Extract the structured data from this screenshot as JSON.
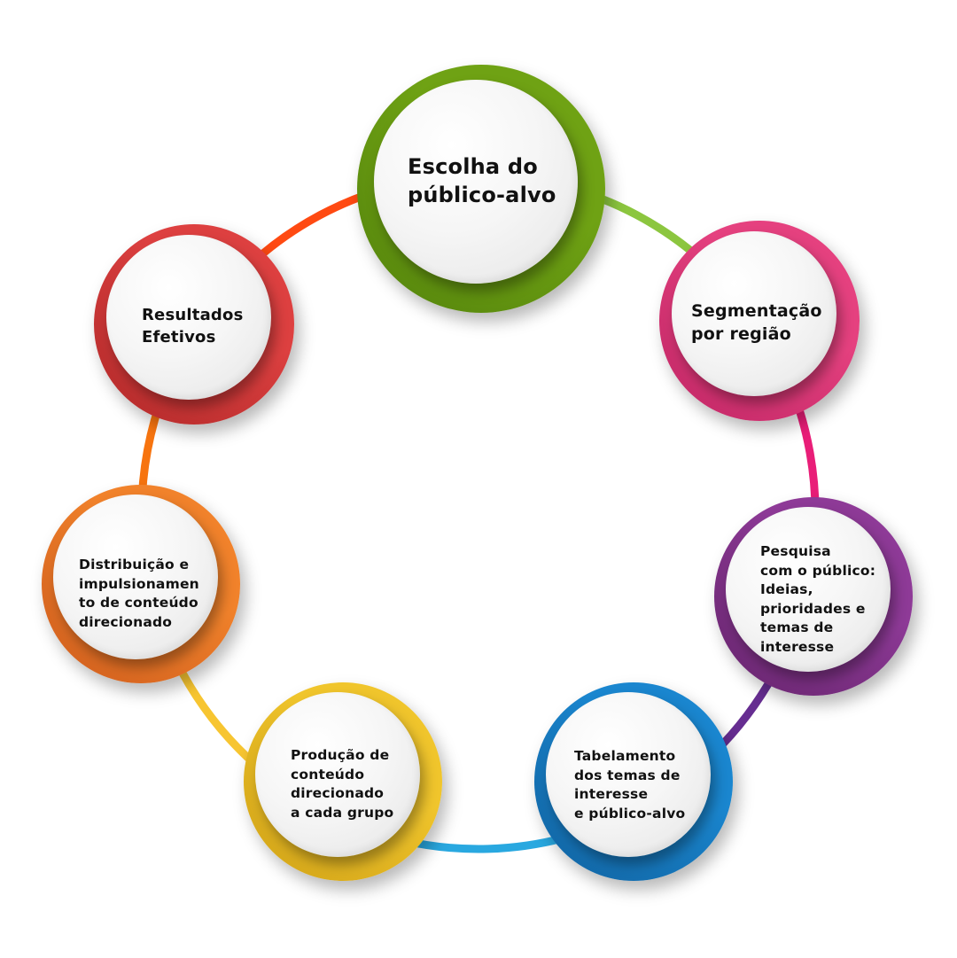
{
  "diagram": {
    "type": "cycle",
    "nodes": [
      {
        "id": "escolha",
        "label": "Escolha do\npúblico-alvo",
        "ring_color": "#6fa214",
        "ring_dark": "#4e7d0a"
      },
      {
        "id": "segmentacao",
        "label": "Segmentação\npor região",
        "ring_color": "#e5417f",
        "ring_dark": "#b8205f"
      },
      {
        "id": "pesquisa",
        "label": "Pesquisa\ncom o público:\nIdeias,\nprioridades e\ntemas de\ninteresse",
        "ring_color": "#8e3a97",
        "ring_dark": "#5e2064"
      },
      {
        "id": "tabelamento",
        "label": "Tabelamento\ndos temas de\ninteresse\ne público-alvo",
        "ring_color": "#1a86cf",
        "ring_dark": "#0f5a95"
      },
      {
        "id": "producao",
        "label": " Produção de\nconteúdo\ndirecionado\na cada grupo",
        "ring_color": "#f0c52c",
        "ring_dark": "#c99a12"
      },
      {
        "id": "distribuicao",
        "label": "Distribuição e\nimpulsionamen\nto de conteúdo\ndirecionado",
        "ring_color": "#f1822b",
        "ring_dark": "#c7541a"
      },
      {
        "id": "resultados",
        "label": "Resultados\nEfetivos",
        "ring_color": "#dd4040",
        "ring_dark": "#a72424"
      }
    ],
    "connectors": [
      {
        "from": "escolha",
        "to": "segmentacao",
        "color": "#8cc63f"
      },
      {
        "from": "segmentacao",
        "to": "pesquisa",
        "color": "#e91e78"
      },
      {
        "from": "pesquisa",
        "to": "tabelamento",
        "color": "#662d91"
      },
      {
        "from": "tabelamento",
        "to": "producao",
        "color": "#29a8e0"
      },
      {
        "from": "producao",
        "to": "distribuicao",
        "color": "#f7c531"
      },
      {
        "from": "distribuicao",
        "to": "resultados",
        "color": "#f7740f"
      },
      {
        "from": "resultados",
        "to": "escolha",
        "color": "#ff4a12"
      }
    ]
  }
}
